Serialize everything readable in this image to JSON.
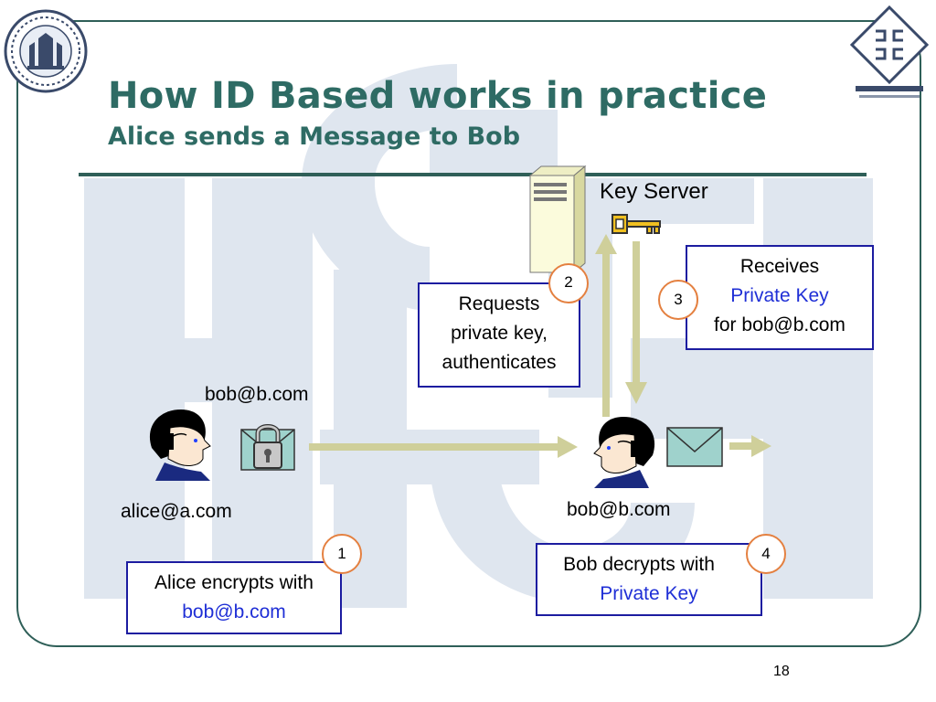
{
  "slide": {
    "title": "How ID Based works in practice",
    "subtitle": "Alice sends a Message to Bob",
    "page_number": "18"
  },
  "labels": {
    "key_server": "Key Server",
    "alice_email": "alice@a.com",
    "bob_email_left": "bob@b.com",
    "bob_email_right": "bob@b.com"
  },
  "steps": [
    {
      "number": "1",
      "line1": "Alice encrypts with",
      "line2": "bob@b.com"
    },
    {
      "number": "2",
      "line1": "Requests",
      "line2": "private key,",
      "line3": "authenticates"
    },
    {
      "number": "3",
      "line1": "Receives",
      "line2": "Private Key",
      "line3": "for bob@b.com"
    },
    {
      "number": "4",
      "line1": "Bob decrypts with",
      "line2": "Private Key"
    }
  ],
  "colors": {
    "title": "#2e6b64",
    "box_border": "#1c1ca0",
    "highlight_text": "#1f2fd6",
    "step_circle": "#e48040",
    "arrow": "#cfcf9a"
  }
}
